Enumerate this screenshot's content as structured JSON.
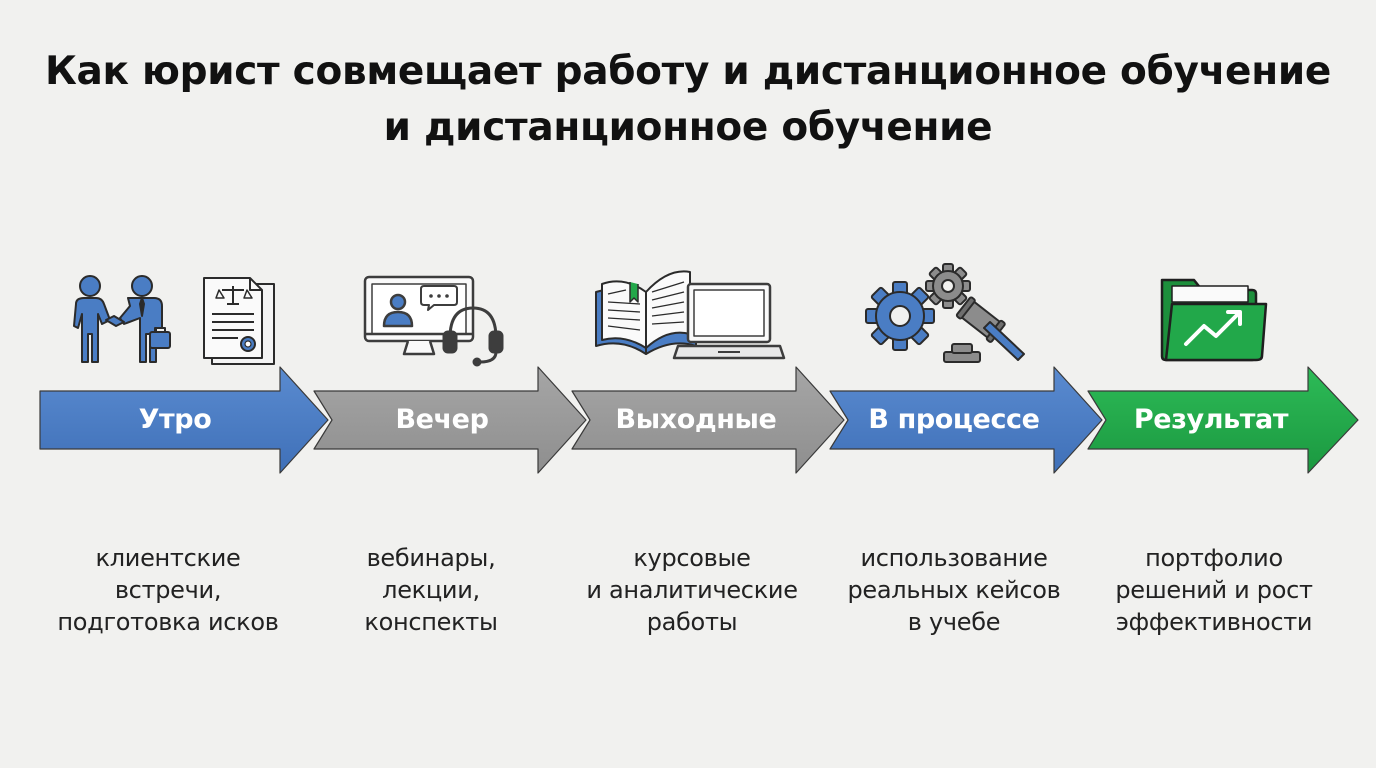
{
  "title": {
    "line1": "Как юрист совмещает работу и дистанционное обучение",
    "line2": "и дистанционное обучение"
  },
  "colors": {
    "blue": "#4a7dc4",
    "gray": "#999999",
    "green": "#22a84a",
    "icon_dark": "#3d3d3d"
  },
  "steps": [
    {
      "label": "Утро",
      "color": "blue",
      "icons": [
        "handshake-icon",
        "legal-document-icon"
      ],
      "caption": [
        "клиентские",
        "встречи,",
        "подготовка исков"
      ]
    },
    {
      "label": "Вечер",
      "color": "gray",
      "icons": [
        "video-lecture-monitor-icon",
        "headset-icon"
      ],
      "caption": [
        "вебинары,",
        "лекции,",
        "конспекты"
      ]
    },
    {
      "label": "Выходные",
      "color": "gray",
      "icons": [
        "open-book-icon",
        "laptop-icon"
      ],
      "caption": [
        "курсовые",
        "и аналитические",
        "работы"
      ]
    },
    {
      "label": "В процессе",
      "color": "blue",
      "icons": [
        "gears-icon",
        "gavel-icon"
      ],
      "caption": [
        "использование",
        "реальных кейсов",
        "в учебе"
      ]
    },
    {
      "label": "Результат",
      "color": "green",
      "icons": [
        "growth-folder-icon"
      ],
      "caption": [
        "портфолио",
        "решений и рост",
        "эффективности"
      ]
    }
  ]
}
